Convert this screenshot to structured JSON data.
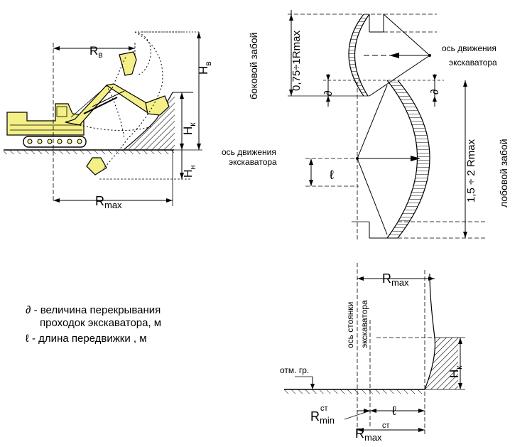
{
  "labels": {
    "r_v_main": "R",
    "r_v_sub": "в",
    "h_v_main": "Н",
    "h_v_sub": "в",
    "h_k_left_main": "Н",
    "h_k_left_sub": "к",
    "h_n_main": "Н",
    "h_n_sub": "н",
    "r_max_left_main": "R",
    "r_max_left_sub": "max",
    "side_face": "боковой забой",
    "side_range": "0,75÷1Rmax",
    "delta": "∂",
    "axis_top_1": "ось движения",
    "axis_top_2": "экскаватора",
    "axis_mid_1": "ось движения",
    "axis_mid_2": "экскаватора",
    "l_mark": "ℓ",
    "front_range": "1,5 ÷ 2 Rmax",
    "front_face": "лобовой забой",
    "r_max_bottom_main": "R",
    "r_max_bottom_sub": "max",
    "stand_axis_1": "ось стоянки",
    "stand_axis_2": "экскаватора",
    "h_k_right_main": "Н",
    "h_k_right_sub": "к",
    "ground_mark": "отм. гр.",
    "r_min_main": "R",
    "r_min_sub": "min",
    "r_min_sup": "ст",
    "r_max_st_main": "R",
    "r_max_st_sub": "max",
    "r_max_st_sup": "ст"
  },
  "legend": {
    "line1": "∂ - величина перекрывания",
    "line2": "проходок экскаватора, м",
    "line3": "ℓ -  длина передвижки , м"
  },
  "colors": {
    "machine": "#f4ef86",
    "ink": "#000000"
  }
}
